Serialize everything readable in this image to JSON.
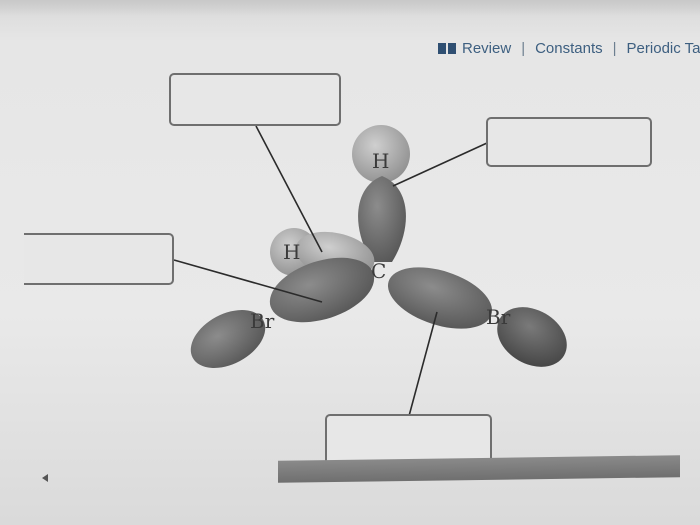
{
  "header": {
    "review": "Review",
    "separator": "|",
    "constants": "Constants",
    "periodic": "Periodic Ta"
  },
  "icons": {
    "book": "book-icon",
    "scroll": "scroll-left-arrow-icon"
  },
  "atoms": {
    "h_top": "H",
    "h_left": "H",
    "carbon": "C",
    "br_left": "Br",
    "br_right": "Br"
  },
  "label_boxes": [
    {
      "name": "top-left",
      "value": ""
    },
    {
      "name": "top-right",
      "value": ""
    },
    {
      "name": "middle-left",
      "value": ""
    },
    {
      "name": "bottom",
      "value": ""
    }
  ],
  "colors": {
    "link": "#3d5f80",
    "orbital_light": "#9a9a9a",
    "orbital_dark": "#555555",
    "box_border": "#6f6f6f"
  }
}
